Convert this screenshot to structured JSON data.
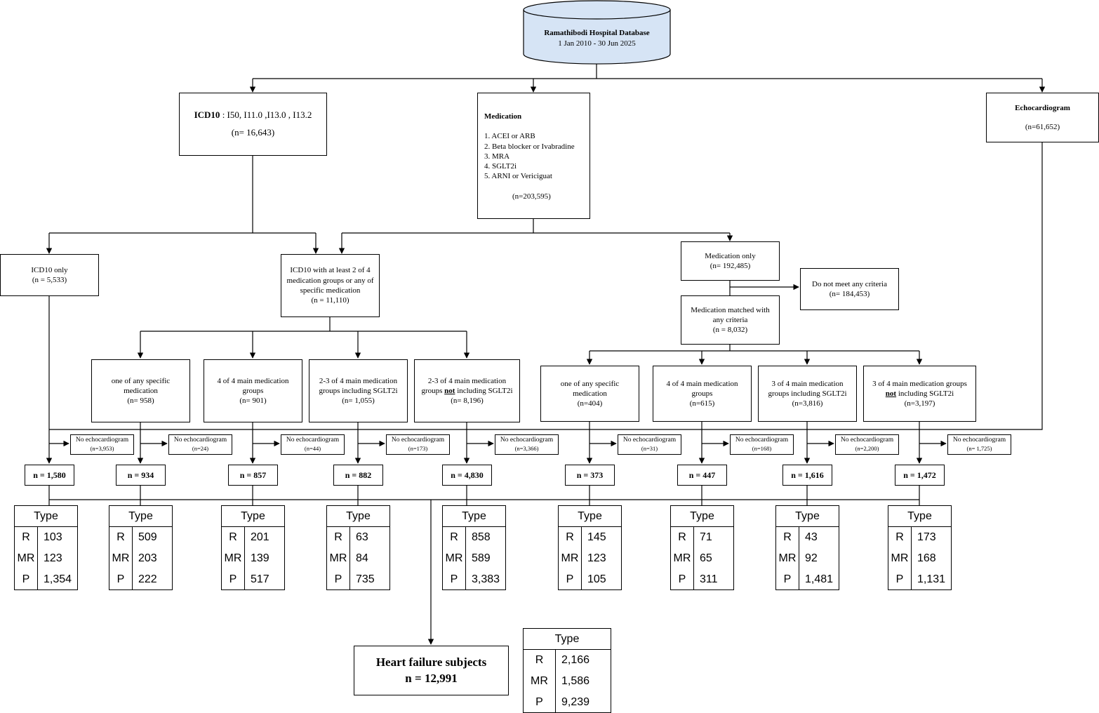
{
  "source": {
    "title": "Ramathibodi Hospital Database",
    "period": "1 Jan 2010 - 30 Jun 2025"
  },
  "icd10": {
    "label": "ICD10",
    "codes": " : I50, I11.0 ,I13.0 , I13.2",
    "count": "(n= 16,643)"
  },
  "medication": {
    "title": "Medication",
    "items": [
      "1. ACEI or ARB",
      "2. Beta blocker or Ivabradine",
      "3. MRA",
      "4. SGLT2i",
      "5. ARNI or Vericiguat"
    ],
    "count": "(n=203,595)"
  },
  "echo": {
    "title": "Echocardiogram",
    "count": "(n=61,652)"
  },
  "icd10_only": {
    "line1": "ICD10 only",
    "count": "(n = 5,533)"
  },
  "icd10_med": {
    "lines": [
      "ICD10 with at least 2 of 4",
      "medication groups or any of",
      "specific medication",
      "(n = 11,110)"
    ]
  },
  "med_only": {
    "line1": "Medication only",
    "count": "(n= 192,485)"
  },
  "no_criteria": {
    "line1": "Do not meet any criteria",
    "count": "(n= 184,453)"
  },
  "med_matched": {
    "lines": [
      "Medication matched with",
      "any criteria",
      "(n = 8,032)"
    ]
  },
  "groups": [
    {
      "l1": "one of any specific",
      "l2": "medication",
      "l2_pre": "",
      "l2_bold": "",
      "l2_post": "",
      "count": "(n= 958)"
    },
    {
      "l1": "4 of 4 main medication",
      "l2": "groups",
      "l2_pre": "",
      "l2_bold": "",
      "l2_post": "",
      "count": "(n= 901)"
    },
    {
      "l1": "2-3 of 4 main medication",
      "l2": "groups including SGLT2i",
      "l2_pre": "",
      "l2_bold": "",
      "l2_post": "",
      "count": "(n= 1,055)"
    },
    {
      "l1": "2-3 of 4 main medication",
      "l2": "",
      "l2_pre": "groups ",
      "l2_bold": "not",
      "l2_post": " including SGLT2i",
      "count": "(n= 8,196)"
    },
    {
      "l1": "one of any specific",
      "l2": "medication",
      "l2_pre": "",
      "l2_bold": "",
      "l2_post": "",
      "count": "(n=404)"
    },
    {
      "l1": "4 of 4 main medication",
      "l2": "groups",
      "l2_pre": "",
      "l2_bold": "",
      "l2_post": "",
      "count": "(n=615)"
    },
    {
      "l1": "3 of 4 main medication",
      "l2": "groups including SGLT2i",
      "l2_pre": "",
      "l2_bold": "",
      "l2_post": "",
      "count": "(n=3,816)"
    },
    {
      "l1": "3 of 4 main medication groups",
      "l2": "",
      "l2_pre": "",
      "l2_bold": "not",
      "l2_post": " including SGLT2i",
      "count": "(n=3,197)"
    }
  ],
  "no_echo": [
    {
      "label": "No echocardiogram",
      "count": "(n=3,953)"
    },
    {
      "label": "No echocardiogram",
      "count": "(n=24)"
    },
    {
      "label": "No echocardiogram",
      "count": "(n=44)"
    },
    {
      "label": "No echocardiogram",
      "count": "(n=173)"
    },
    {
      "label": "No echocardiogram",
      "count": "(n=3,366)"
    },
    {
      "label": "No echocardiogram",
      "count": "(n=31)"
    },
    {
      "label": "No echocardiogram",
      "count": "(n=168)"
    },
    {
      "label": "No echocardiogram",
      "count": "(n=2,200)"
    },
    {
      "label": "No echocardiogram",
      "count": "(n= 1,725)"
    }
  ],
  "n_counts": [
    "n = 1,580",
    "n = 934",
    "n = 857",
    "n = 882",
    "n = 4,830",
    "n = 373",
    "n = 447",
    "n = 1,616",
    "n = 1,472"
  ],
  "type_tables": [
    {
      "header": "Type",
      "rows": [
        [
          "R",
          "103"
        ],
        [
          "MR",
          "123"
        ],
        [
          "P",
          "1,354"
        ]
      ]
    },
    {
      "header": "Type",
      "rows": [
        [
          "R",
          "509"
        ],
        [
          "MR",
          "203"
        ],
        [
          "P",
          "222"
        ]
      ]
    },
    {
      "header": "Type",
      "rows": [
        [
          "R",
          "201"
        ],
        [
          "MR",
          "139"
        ],
        [
          "P",
          "517"
        ]
      ]
    },
    {
      "header": "Type",
      "rows": [
        [
          "R",
          "63"
        ],
        [
          "MR",
          "84"
        ],
        [
          "P",
          "735"
        ]
      ]
    },
    {
      "header": "Type",
      "rows": [
        [
          "R",
          "858"
        ],
        [
          "MR",
          "589"
        ],
        [
          "P",
          "3,383"
        ]
      ]
    },
    {
      "header": "Type",
      "rows": [
        [
          "R",
          "145"
        ],
        [
          "MR",
          "123"
        ],
        [
          "P",
          "105"
        ]
      ]
    },
    {
      "header": "Type",
      "rows": [
        [
          "R",
          "71"
        ],
        [
          "MR",
          "65"
        ],
        [
          "P",
          "311"
        ]
      ]
    },
    {
      "header": "Type",
      "rows": [
        [
          "R",
          "43"
        ],
        [
          "MR",
          "92"
        ],
        [
          "P",
          "1,481"
        ]
      ]
    },
    {
      "header": "Type",
      "rows": [
        [
          "R",
          "173"
        ],
        [
          "MR",
          "168"
        ],
        [
          "P",
          "1,131"
        ]
      ]
    }
  ],
  "heart_failure": {
    "title": "Heart failure subjects",
    "count": "n = 12,991"
  },
  "total_table": {
    "header": "Type",
    "rows": [
      [
        "R",
        "2,166"
      ],
      [
        "MR",
        "1,586"
      ],
      [
        "P",
        "9,239"
      ]
    ]
  }
}
